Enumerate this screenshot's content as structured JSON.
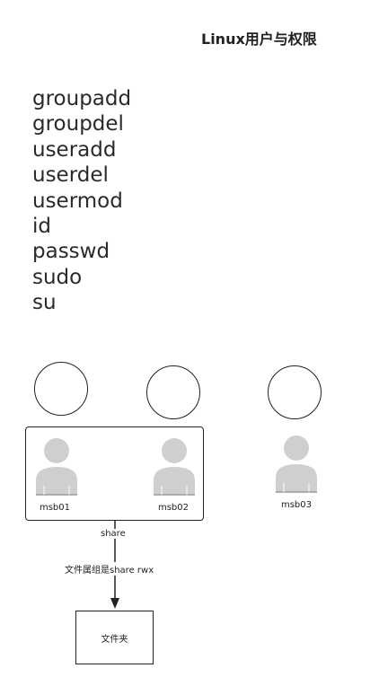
{
  "title": "Linux用户与权限",
  "commands": [
    "groupadd",
    "groupdel",
    "useradd",
    "userdel",
    "usermod",
    "id",
    "passwd",
    "sudo",
    "su"
  ],
  "users": [
    {
      "name": "msb01"
    },
    {
      "name": "msb02"
    },
    {
      "name": "msb03"
    }
  ],
  "edge": {
    "group_label": "share",
    "permission_label": "文件属组是share  rwx"
  },
  "folder": {
    "label": "文件夹"
  }
}
